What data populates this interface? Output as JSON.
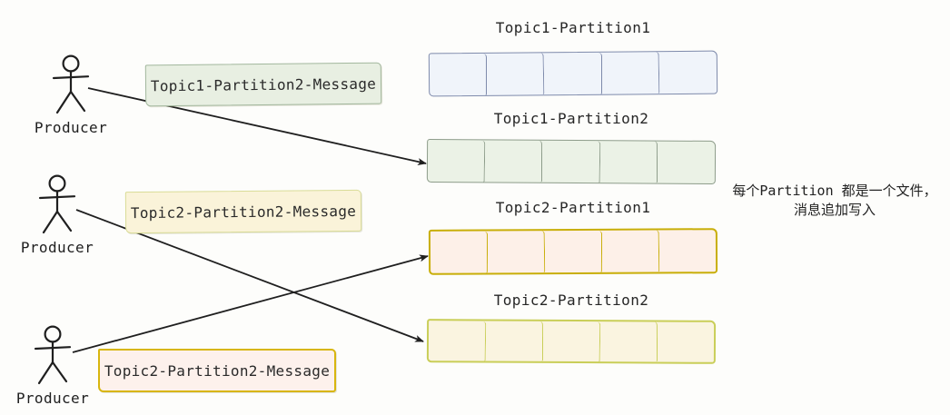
{
  "producers": [
    {
      "label": "Producer"
    },
    {
      "label": "Producer"
    },
    {
      "label": "Producer"
    }
  ],
  "messages": [
    {
      "label": "Topic1-Partition2-Message",
      "fill": "#e8efe2",
      "border": "#a2b79d"
    },
    {
      "label": "Topic2-Partition2-Message",
      "fill": "#faf3d9",
      "border": "#d9dc97"
    },
    {
      "label": "Topic2-Partition2-Message",
      "fill": "#fdf1ec",
      "border": "#d8b60e"
    }
  ],
  "partitions": [
    {
      "title": "Topic1-Partition1",
      "cells": 5,
      "fill": "#f0f4fa",
      "border": "#7e8aab"
    },
    {
      "title": "Topic1-Partition2",
      "cells": 5,
      "fill": "#ebf2e6",
      "border": "#8d9c8a"
    },
    {
      "title": "Topic2-Partition1",
      "cells": 5,
      "fill": "#fdf0e8",
      "border": "#c8ae08"
    },
    {
      "title": "Topic2-Partition2",
      "cells": 5,
      "fill": "#faf4e0",
      "border": "#c9ce58"
    }
  ],
  "annotation": {
    "line1": "每个Partition 都是一个文件，",
    "line2": "消息追加写入"
  },
  "arrows": [
    {
      "from": "producer-1",
      "to": "Topic1-Partition2"
    },
    {
      "from": "producer-2",
      "to": "Topic2-Partition2"
    },
    {
      "from": "producer-3",
      "to": "Topic2-Partition1"
    }
  ],
  "colors": {
    "arrow": "#1f1f1f",
    "text": "#2a2a2a",
    "background": "#fdfdfb"
  }
}
